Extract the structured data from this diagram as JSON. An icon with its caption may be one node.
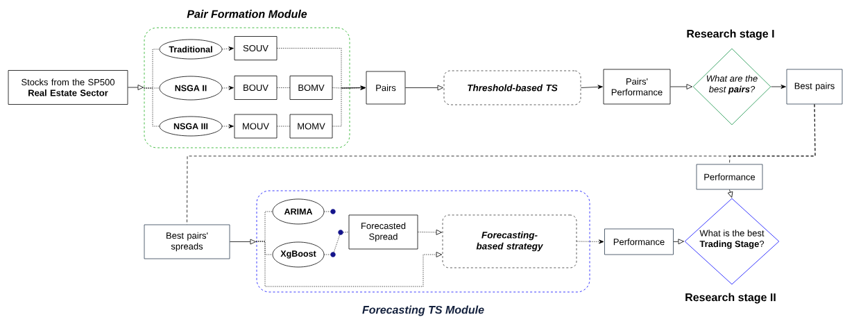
{
  "diagram": {
    "nodes": [
      {
        "text": [
          "Stocks from the SP500 **Real Estate Sector**"
        ]
      },
      {
        "text": [
          "Pair Formation Module"
        ]
      },
      {
        "text": [
          "Traditional"
        ],
        "in": 1
      },
      {
        "text": [
          "SOUV"
        ],
        "in": 1
      },
      {
        "text": [
          "NSGA II"
        ],
        "in": 1
      },
      {
        "text": [
          "BOUV"
        ],
        "in": 1
      },
      {
        "text": [
          "BOMV"
        ],
        "in": 1
      },
      {
        "text": [
          "NSGA III"
        ],
        "in": 1
      },
      {
        "text": [
          "MOUV"
        ],
        "in": 1
      },
      {
        "text": [
          "MOMV"
        ],
        "in": 1
      },
      {
        "text": [
          "Pairs"
        ]
      },
      {
        "text": [
          "Threshold-based TS"
        ]
      },
      {
        "text": [
          "Pairs' Performance"
        ]
      },
      {
        "text": [
          "What are the best **pairs**?"
        ],
        "beside": [
          "Research stage I"
        ]
      },
      {
        "text": [
          "Best pairs"
        ]
      },
      {
        "text": [
          "Performance"
        ]
      },
      {
        "text": [
          "Best pairs' spreads"
        ]
      },
      {
        "text": [
          "Forecasting TS Module"
        ]
      },
      {
        "text": [
          "ARIMA"
        ],
        "in": 17
      },
      {
        "text": [
          "XgBoost"
        ],
        "in": 17
      },
      {
        "text": [
          "Forecasted Spread"
        ],
        "in": 17
      },
      {
        "text": [
          "Forecasting-based strategy"
        ],
        "in": 17
      },
      {
        "text": [
          "Performance"
        ]
      },
      {
        "text": [
          "What is the best **Trading Stage**?"
        ],
        "beside": [
          "Research stage II"
        ]
      },
      {
        "text": [],
        "shape": "circle",
        "in": 17
      },
      {
        "text": [],
        "shape": "circle",
        "in": 17
      },
      {
        "text": [],
        "shape": "circle",
        "in": 17
      }
    ],
    "edges": [
      {
        "from": 0,
        "to": 1,
        "arrow": "to"
      },
      {
        "from": 1,
        "to": 2,
        "arrow": "none",
        "style": "dashed"
      },
      {
        "from": 1,
        "to": 4,
        "arrow": "none",
        "style": "dashed"
      },
      {
        "from": 1,
        "to": 7,
        "arrow": "none",
        "style": "dashed"
      },
      {
        "from": 2,
        "to": 3,
        "arrow": "to",
        "style": "dashed"
      },
      {
        "from": 4,
        "to": 5,
        "arrow": "to",
        "style": "dashed"
      },
      {
        "from": 7,
        "to": 8,
        "arrow": "to",
        "style": "dashed"
      },
      {
        "from": 5,
        "to": 6,
        "arrow": "none",
        "style": "dashed"
      },
      {
        "from": 8,
        "to": 9,
        "arrow": "none",
        "style": "dashed"
      },
      {
        "from": 3,
        "to": 10,
        "arrow": "to",
        "style": "dashed"
      },
      {
        "from": 6,
        "to": 10,
        "arrow": "to",
        "style": "dashed"
      },
      {
        "from": 9,
        "to": 10,
        "arrow": "to",
        "style": "dashed"
      },
      {
        "from": 10,
        "to": 11,
        "arrow": "to"
      },
      {
        "from": 11,
        "to": 12,
        "arrow": "to"
      },
      {
        "from": 12,
        "to": 13,
        "arrow": "to"
      },
      {
        "from": 13,
        "to": 14,
        "arrow": "to"
      },
      {
        "from": 14,
        "to": 15,
        "arrow": "none",
        "style": "dashed"
      },
      {
        "from": 14,
        "to": 16,
        "arrow": "none",
        "style": "dashed"
      },
      {
        "from": 15,
        "to": 23,
        "arrow": "to"
      },
      {
        "from": 16,
        "to": 17,
        "arrow": "to"
      },
      {
        "from": 17,
        "to": 18,
        "arrow": "none",
        "style": "dashed"
      },
      {
        "from": 17,
        "to": 19,
        "arrow": "none",
        "style": "dashed"
      },
      {
        "from": 17,
        "to": 21,
        "arrow": "to",
        "style": "dashed"
      },
      {
        "from": 18,
        "to": 24,
        "arrow": "none",
        "style": "dashed"
      },
      {
        "from": 19,
        "to": 25,
        "arrow": "none",
        "style": "dashed"
      },
      {
        "from": 25,
        "to": 26,
        "arrow": "none",
        "style": "dashed"
      },
      {
        "from": 26,
        "to": 20,
        "arrow": "none",
        "style": "dashed"
      },
      {
        "from": 20,
        "to": 21,
        "arrow": "to",
        "style": "dashed"
      },
      {
        "from": 21,
        "to": 22,
        "arrow": "to",
        "style": "dashed"
      },
      {
        "from": 22,
        "to": 23,
        "arrow": "to"
      }
    ]
  }
}
